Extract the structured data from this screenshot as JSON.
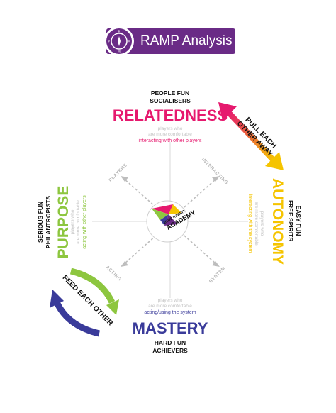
{
  "header": {
    "title": "RAMP Analysis"
  },
  "center_logo": {
    "line1": "BLUE RABBIT",
    "line2": "ACADEMY"
  },
  "top": {
    "line1": "PEOPLE FUN",
    "line2": "SOCIALISERS",
    "word": "RELATEDNESS",
    "faint1": "players who",
    "faint2": "are more comfortable",
    "highlight": "interacting with other players",
    "color": "#e6196e"
  },
  "right": {
    "line1": "EASY FUN",
    "line2": "FREE SPIRITS",
    "word": "AUTONOMY",
    "faint1": "players who",
    "faint2": "are more comfortable",
    "highlight": "interacting with the system",
    "color": "#f5c400"
  },
  "bottom": {
    "line1": "HARD FUN",
    "line2": "ACHIEVERS",
    "word": "MASTERY",
    "faint1": "players who",
    "faint2": "are more comfortable",
    "highlight": "acting/using the system",
    "color": "#3a3b9a"
  },
  "left": {
    "line1": "SERIOUS FUN",
    "line2": "PHILANTROPISTS",
    "word": "PURPOSE",
    "faint1": "players who",
    "faint2": "are more comfortable",
    "highlight": "acting with other players",
    "color": "#8dc63f"
  },
  "arrows": {
    "top_right": {
      "line1": "PULL EACH",
      "line2": "OTHER AWAY"
    },
    "bottom_left": {
      "line1": "FEED EACH OTHER"
    }
  },
  "axes": {
    "players": "PLAYERS",
    "interacting": "INTERACTING",
    "acting": "ACTING",
    "system": "SYSTEM"
  },
  "colors": {
    "banner": "#6a2b86",
    "pink": "#e6196e",
    "yellow": "#f5c400",
    "blue": "#3a3b9a",
    "green": "#8dc63f",
    "grid": "#d9d9d9"
  }
}
